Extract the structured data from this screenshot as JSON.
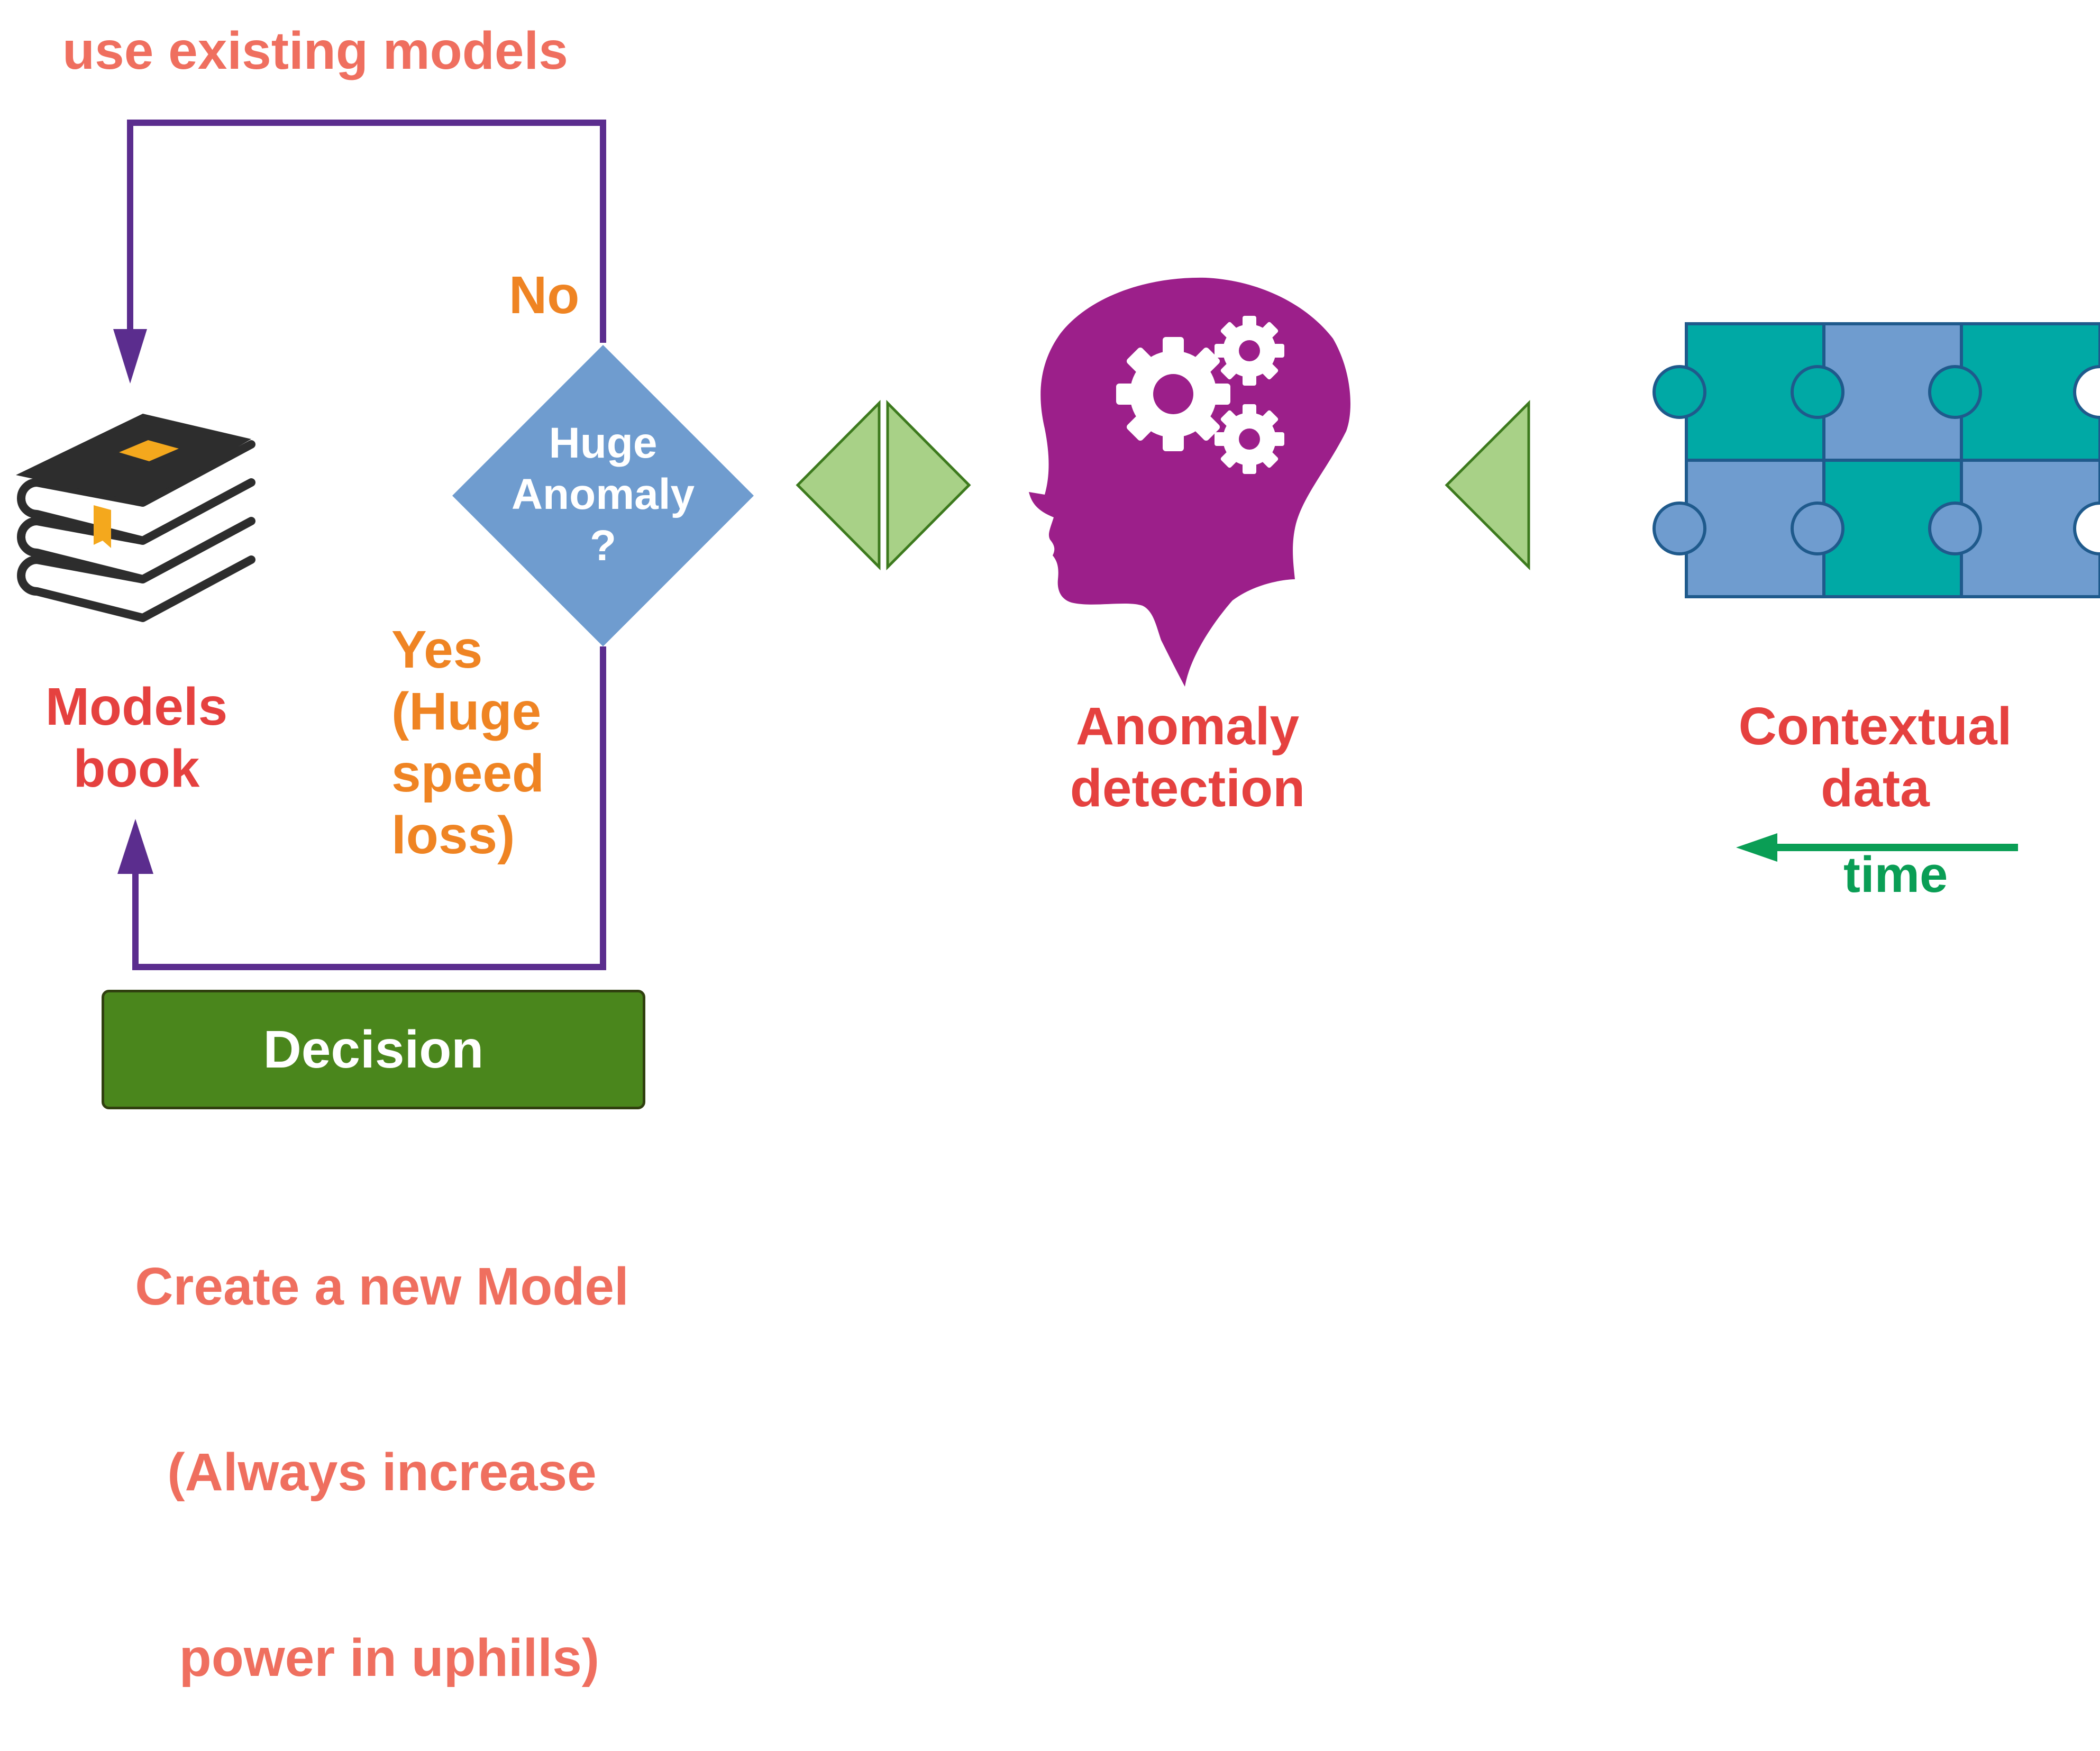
{
  "labels": {
    "use_existing": "use existing models",
    "no": "No",
    "yes_lines": [
      "Yes",
      "(Huge",
      "speed",
      "loss)"
    ],
    "models_book_lines": [
      "Models",
      "book"
    ],
    "diamond_lines": [
      "Huge",
      "Anomaly",
      "?"
    ],
    "anomaly_detection_lines": [
      "Anomaly",
      "detection"
    ],
    "contextual_data_lines": [
      "Contextual",
      "data"
    ],
    "time": "time",
    "decision": "Decision",
    "create_model_lines": [
      "Create a new Model",
      "(Always increase",
      " power in uphills)"
    ]
  },
  "colors": {
    "flow_line": "#5b2d8e",
    "diamond": "#6f9ccf",
    "triangle_fill": "#a8d187",
    "triangle_stroke": "#3d7a1e",
    "head": "#9c1f8a",
    "puzzle_teal": "#00a9a5",
    "puzzle_blue": "#6f9ccf",
    "puzzle_stroke": "#1f5a8c",
    "books": "#2d2d2d",
    "bookmark": "#f4a81d",
    "time_arrow": "#0a9e55"
  },
  "icons": [
    "books-icon",
    "decision-diamond",
    "head-gears-icon",
    "puzzle-icon",
    "time-arrow"
  ]
}
